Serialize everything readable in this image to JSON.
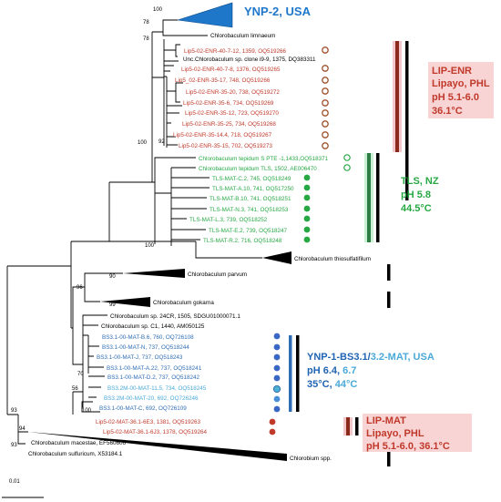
{
  "colors": {
    "enr": "#c0392b",
    "tls": "#27a844",
    "bs": "#2f6db5",
    "bs_light": "#4aa9d9",
    "ynp2": "#1f77c9",
    "black": "#000000"
  },
  "clades": {
    "ynp2": "YNP-2, USA",
    "limnaeum": "Chlorobaculum limnaeum",
    "thiosulfatiphilum": "Chlorobaculum thiosulfatifilum",
    "parvum": "Chlorobaculum parvum",
    "gokarna": "Chlorobaculum gokarna",
    "chlorobium": "Chlorobium spp."
  },
  "leaves": {
    "enr1": "Lip5-02-ENR-40-7-12, 1359, OQ519266",
    "unc": "Unc.Chlorobaculum sp. clone i9-9, 1375, DQ383311",
    "enr2": "Lip5-02-ENR-40-7-8, 1376, OQ519265",
    "enr3": "Lip5_02-ENR-35-17, 748, OQ519266",
    "enr4": "Lip5-02-ENR-35-20, 738, OQ519272",
    "enr5": "Lip5-02-ENR-35-6, 734, OQ519269",
    "enr6": "Lip5-02-ENR-35-12, 723, OQ519270",
    "enr7": "Lip5-02-ENR-35-25, 734, OQ519268",
    "enr8": "Lip5-02-ENR-35-14.4, 718, OQ519267",
    "enr9": "Lip5-02-ENR-35-15, 702, OQ519273",
    "tep1": "Chlorobaculum tepidum S PTE -1,1433,OQ518371",
    "tep2": "Chlorobaculum tepidum TLS, 1502, AE006470",
    "tls1": "TLS-MAT-C.2, 745, OQ518249",
    "tls2": "TLS-MAT-A.10, 741, OQ517250",
    "tls3": "TLS-MAT-B.10, 741, OQ518251",
    "tls4": "TLS-MAT-N.3, 741, OQ518253",
    "tls5": "TLS-MAT-L.3, 739, OQ518252",
    "tls6": "TLS-MAT-E.2, 739, OQ518247",
    "tls7": "TLS-MAT-R.2, 716, OQ518248",
    "sp24": "Chlorobaculum sp. 24CR, 1505, SDGU01000071.1",
    "spc1": "Chlorobaculum sp. C1, 1440, AM050125",
    "bs1": "BS3.1-00-MAT-B.6, 760, OQ726108",
    "bs2": "BS3.1-00-MAT-N, 737, OQ518244",
    "bs3": "BS3.1-00-MAT-J, 737, OQ518243",
    "bs4": "BS3.1-00-MAT-A.22, 737, OQ518241",
    "bs5": "BS3.1-00-MAT-D.2, 737, OQ518242",
    "bs6": "BS3.2M-00-MAT-11.5, 734, OQ518245",
    "bs7": "BS3.2M-00-MAT-20, 692, OQ726246",
    "bs8": "BS3.1-00-MAT-C, 692, OQ726109",
    "mat1": "Lip5-02-MAT-36.1-6E3, 1381, OQ519263",
    "mat2": "Lip5-02-MAT-36.1-6J3, 1378, OQ519264",
    "macestae": "Chlorobaculum macestae, EF560606",
    "sulfurivum": "Chlorobaculum sulfuricum, X53184.1"
  },
  "bootstrap": {
    "b100_top": "100",
    "b78a": "78",
    "b78b": "78",
    "b92": "92",
    "b100_enr": "100",
    "b100_tls": "100",
    "b90": "90",
    "b96": "96",
    "b99": "99",
    "b70": "70",
    "b56": "56",
    "b100_mat": "100",
    "b93a": "93",
    "b94": "94",
    "b93b": "93"
  },
  "groups": {
    "lip_enr": {
      "line1": "LIP-ENR",
      "line2": "Lipayo, PHL",
      "line3": "pH 5.1-6.0",
      "line4": "36.1°C"
    },
    "tls_nz": {
      "line1": "TLS, NZ",
      "line2": "pH 5.8",
      "line3": "44.5°C"
    },
    "ynp1": {
      "title_a": "YNP-1-BS3.1/",
      "title_b": "3.2-MAT, USA",
      "ph_a": "pH 6.4, ",
      "ph_b": "6.7",
      "temp_a": "35°C, ",
      "temp_b": "44°C"
    },
    "lip_mat": {
      "line1": "LIP-MAT",
      "line2": "Lipayo, PHL",
      "line3": "pH 5.1-6.0, 36.1°C"
    }
  },
  "scale": "0.01"
}
